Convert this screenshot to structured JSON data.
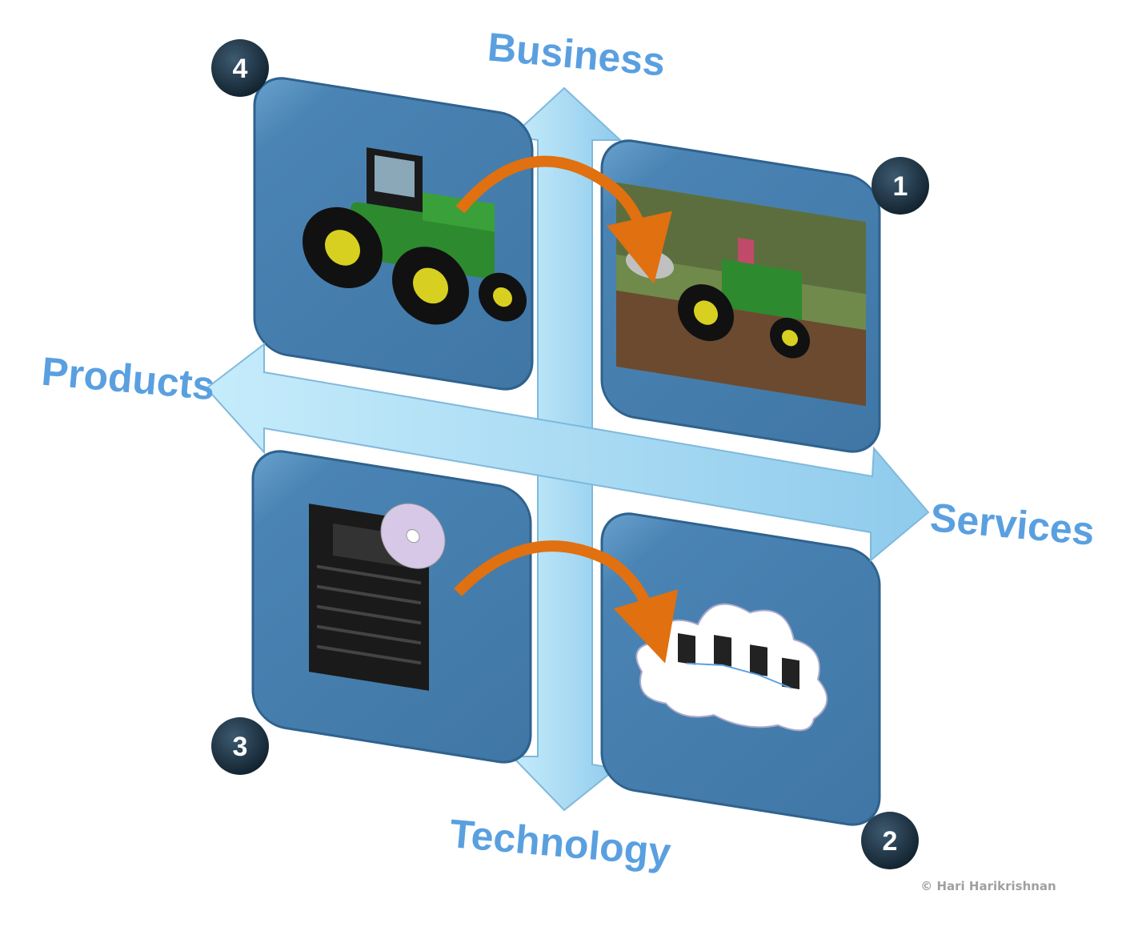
{
  "axes": {
    "top": "Business",
    "bottom": "Technology",
    "left": "Products",
    "right": "Services"
  },
  "quadrants": [
    {
      "number": "1",
      "image": "farmer-plowing-with-tractor",
      "position": "top-right"
    },
    {
      "number": "2",
      "image": "cloud-servers",
      "position": "bottom-right"
    },
    {
      "number": "3",
      "image": "server-with-disc",
      "position": "bottom-left"
    },
    {
      "number": "4",
      "image": "tractor",
      "position": "top-left"
    }
  ],
  "copyright": "© Hari Harikrishnan",
  "colors": {
    "panel": "#4a84b4",
    "arrow": "#a9dcf5",
    "label": "#5aa0e0",
    "badge": "#1e3344",
    "curve_arrow": "#e07010"
  }
}
